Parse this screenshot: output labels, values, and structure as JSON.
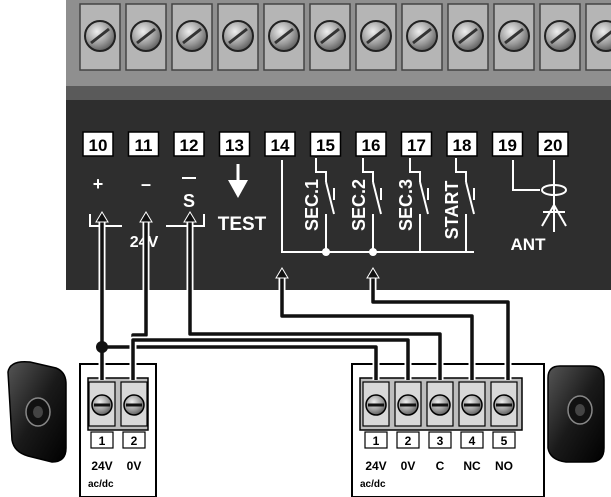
{
  "control_board": {
    "terminals": [
      {
        "number": "10",
        "function": "+"
      },
      {
        "number": "11",
        "function": "–"
      },
      {
        "number": "12",
        "function": "S"
      },
      {
        "number": "13",
        "function": "TEST"
      },
      {
        "number": "14",
        "function": ""
      },
      {
        "number": "15",
        "function": "SEC.1"
      },
      {
        "number": "16",
        "function": "SEC.2"
      },
      {
        "number": "17",
        "function": "SEC.3"
      },
      {
        "number": "18",
        "function": "START"
      },
      {
        "number": "19",
        "function": ""
      },
      {
        "number": "20",
        "function": "ANT"
      }
    ],
    "supply_label": "24V"
  },
  "photocell_tx": {
    "terminals": [
      {
        "number": "1",
        "label": "24V"
      },
      {
        "number": "2",
        "label": "0V"
      }
    ],
    "supply_type": "ac/dc"
  },
  "photocell_rx": {
    "terminals": [
      {
        "number": "1",
        "label": "24V"
      },
      {
        "number": "2",
        "label": "0V"
      },
      {
        "number": "3",
        "label": "C"
      },
      {
        "number": "4",
        "label": "NC"
      },
      {
        "number": "5",
        "label": "NO"
      }
    ],
    "supply_type": "ac/dc"
  },
  "colors": {
    "board": "#2e2e2e",
    "terminal_block": "#a9a9a9",
    "wire": "#111111",
    "label_box_fill": "#ffffff"
  }
}
